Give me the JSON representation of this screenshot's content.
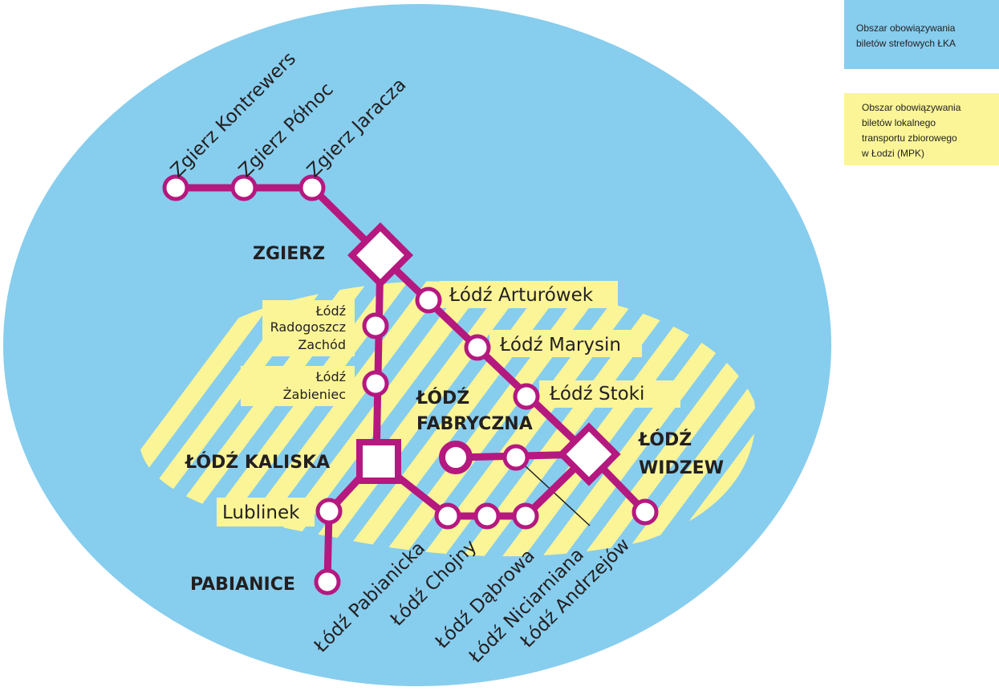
{
  "legend": {
    "ticket_zone": {
      "line1": "Obszar obowiązywania",
      "line2": "biletów strefowych ŁKA",
      "color": "#87cdee"
    },
    "city_zone": {
      "line1": "Obszar obowiązywania",
      "line2": "biletów lokalnego",
      "line3": "transportu zbiorowego",
      "line4": "w Łodzi (MPK)",
      "color": "#fbf597"
    }
  },
  "colors": {
    "line": "#b5187f",
    "station_fill": "#ffffff",
    "zone_outer": "#87cdee",
    "zone_inner": "#fbf597"
  },
  "hubs": {
    "zgierz": "ZGIERZ",
    "kaliska": "ŁÓDŹ KALISKA",
    "fabryczna_1": "ŁÓDŹ",
    "fabryczna_2": "FABRYCZNA",
    "widzew_1": "ŁÓDŹ",
    "widzew_2": "WIDZEW",
    "pabianice": "PABIANICE"
  },
  "stations": {
    "kontrewers": "Zgierz Kontrewers",
    "polnoc": "Zgierz Północ",
    "jaracza": "Zgierz Jaracza",
    "arturowek": "Łódź Arturówek",
    "marysin": "Łódź Marysin",
    "stoki": "Łódź Stoki",
    "radogoszcz_1": "Łódź",
    "radogoszcz_2": "Radogoszcz",
    "radogoszcz_3": "Zachód",
    "zabieniec_1": "Łódź",
    "zabieniec_2": "Żabieniec",
    "lublinek": "Lublinek",
    "pabianicka": "Łódź Pabianicka",
    "chojny": "Łódź Chojny",
    "dabrowa": "Łódź Dąbrowa",
    "niciarniana": "Łódź Niciarniana",
    "andrzejow": "Łódź Andrzejów"
  }
}
